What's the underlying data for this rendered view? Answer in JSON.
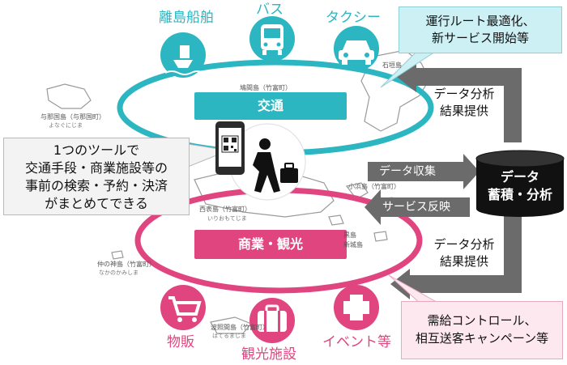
{
  "categories": {
    "ferry": "離島船舶",
    "bus": "バス",
    "taxi": "タクシー",
    "goods": "物販",
    "tourism": "観光施設",
    "event": "イベント等"
  },
  "bands": {
    "transport": "交通",
    "commerce": "商業・観光"
  },
  "tool_callout": [
    "1つのツールで",
    "交通手段・商業施設等の",
    "事前の検索・予約・決済",
    "がまとめてできる"
  ],
  "top_callout": [
    "運行ルート最適化、",
    "新サービス開始等"
  ],
  "bottom_callout": [
    "需給コントロール、",
    "相互送客キャンペーン等"
  ],
  "feedback_top": [
    "データ分析",
    "結果提供"
  ],
  "feedback_bottom": [
    "データ分析",
    "結果提供"
  ],
  "collect_label": "データ収集",
  "reflect_label": "サービス反映",
  "database": [
    "データ",
    "蓄積・分析"
  ],
  "islands": {
    "yonaguni": {
      "name": "与那国島（与那国町）",
      "kana": "よなぐにじま"
    },
    "hatoma": {
      "name": "鳩間島（竹富町）"
    },
    "ishigaki": {
      "name": "石垣島"
    },
    "iriomote": {
      "name": "西表島（竹富町）",
      "kana": "いりおもてじま"
    },
    "nakanokami": {
      "name": "仲の神島（竹富町）",
      "kana": "なかのかみしま"
    },
    "hateruma": {
      "name": "波照間島（竹富町）",
      "kana": "はてるまじま"
    },
    "kohama": {
      "name": "小浜島（竹富町）"
    },
    "kuroshima": {
      "name": "黒島"
    },
    "aragusuku": {
      "name": "新城島"
    }
  },
  "colors": {
    "teal": "#2bb6c1",
    "pink": "#e0457f",
    "arrow_gray": "#6b6b6b",
    "database": "#111111"
  },
  "icons": [
    "ship-icon",
    "bus-icon",
    "taxi-icon",
    "cart-icon",
    "suitcase-icon",
    "cross-icon",
    "smartphone-icon",
    "traveler-icon",
    "database-icon"
  ]
}
